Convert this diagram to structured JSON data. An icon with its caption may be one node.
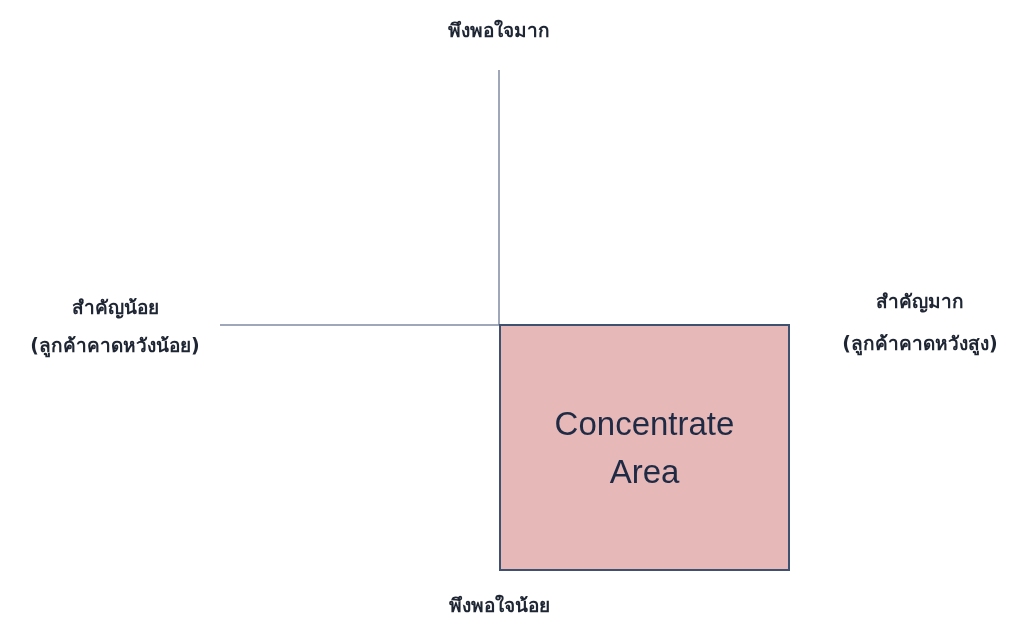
{
  "diagram": {
    "nodes": [
      {
        "text": [
          "Concentrate Area"
        ]
      }
    ],
    "labels": [
      "พึงพอใจมาก",
      "สำคัญน้อย",
      "(ลูกค้าคาดหวังน้อย)",
      "สำคัญมาก",
      "(ลูกค้าคาดหวังสูง)",
      "พึงพอใจน้อย"
    ]
  }
}
